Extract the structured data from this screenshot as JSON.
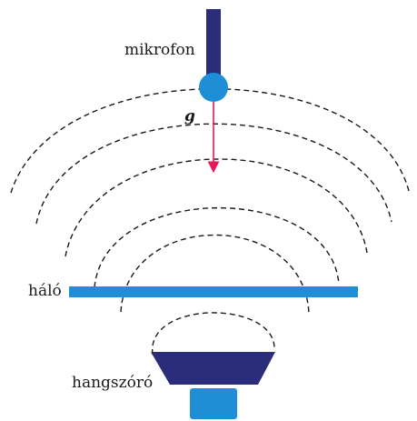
{
  "labels": {
    "microphone": "mikrofon",
    "vector": "g",
    "grid": "háló",
    "speaker": "hangszóró"
  },
  "colors": {
    "microphone_stem": "#2b2d7a",
    "microphone_head": "#1e8fd6",
    "arrow": "#e8185a",
    "grid": "#1e8fd6",
    "speaker_cone": "#2b2d7a",
    "speaker_base": "#1e8fd6",
    "waves": "#1a1a1a"
  }
}
